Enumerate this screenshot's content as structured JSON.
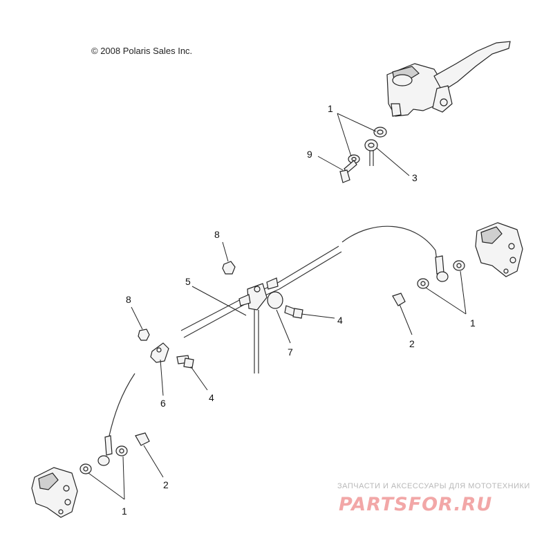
{
  "copyright": "© 2008 Polaris Sales Inc.",
  "callouts": {
    "c1_top": "1",
    "c9": "9",
    "c3": "3",
    "c8_top": "8",
    "c5": "5",
    "c8_left": "8",
    "c4_right": "4",
    "c7": "7",
    "c2_right": "2",
    "c1_right": "1",
    "c6": "6",
    "c4_left": "4",
    "c2_left": "2",
    "c1_bottom": "1"
  },
  "watermark": {
    "tagline": "ЗАПЧАСТИ И АКСЕССУАРЫ ДЛЯ МОТОТЕХНИКИ",
    "logo": "PARTSFOR.RU"
  },
  "colors": {
    "line": "#222222",
    "watermark_text": "#b8b8b8",
    "watermark_logo": "#f2a7a7"
  }
}
